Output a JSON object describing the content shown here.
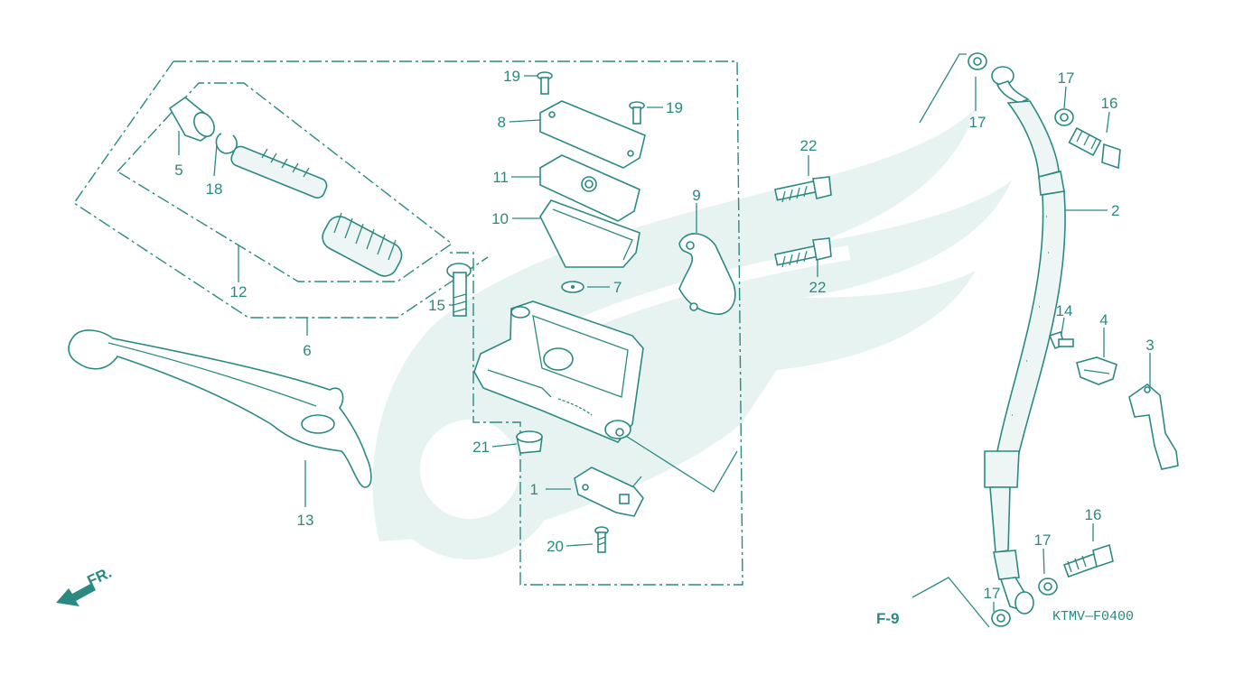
{
  "diagram": {
    "callouts": {
      "c1": "1",
      "c2": "2",
      "c3": "3",
      "c4": "4",
      "c5": "5",
      "c6": "6",
      "c7": "7",
      "c8": "8",
      "c9": "9",
      "c10": "10",
      "c11": "11",
      "c12": "12",
      "c13": "13",
      "c14": "14",
      "c15": "15",
      "c16a": "16",
      "c16b": "16",
      "c17a": "17",
      "c17b": "17",
      "c17c": "17",
      "c17d": "17",
      "c18": "18",
      "c19a": "19",
      "c19b": "19",
      "c20": "20",
      "c21": "21",
      "c22a": "22",
      "c22b": "22"
    },
    "direction_label": "FR.",
    "reference": "F-9",
    "code": "KTMV—F0400"
  },
  "colors": {
    "line": "#2a8a82",
    "watermark": "#e7f3f1"
  }
}
